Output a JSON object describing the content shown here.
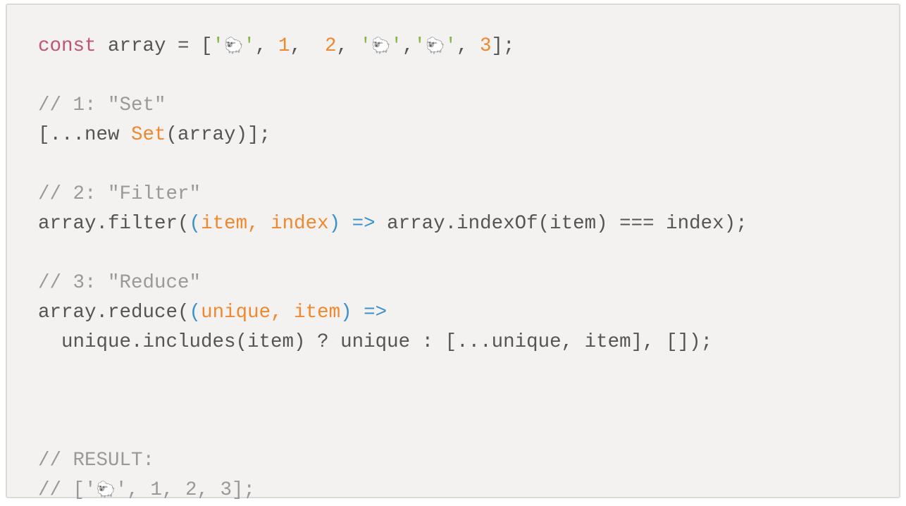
{
  "colors": {
    "keyword": "#c05377",
    "number": "#f0882f",
    "operator": "#3c92c8",
    "string": "#84b843",
    "comment": "#999999",
    "text": "#555555",
    "background": "#f3f2f0"
  },
  "lines": [
    [
      {
        "k": "keyword",
        "t": "const"
      },
      {
        "k": "text",
        "t": " array = ["
      },
      {
        "k": "string",
        "t": "'"
      },
      {
        "k": "emoji",
        "t": "🐑"
      },
      {
        "k": "string",
        "t": "'"
      },
      {
        "k": "text",
        "t": ", "
      },
      {
        "k": "number",
        "t": "1"
      },
      {
        "k": "text",
        "t": ",  "
      },
      {
        "k": "number",
        "t": "2"
      },
      {
        "k": "text",
        "t": ", "
      },
      {
        "k": "string",
        "t": "'"
      },
      {
        "k": "emoji",
        "t": "🐑"
      },
      {
        "k": "string",
        "t": "'"
      },
      {
        "k": "text",
        "t": ","
      },
      {
        "k": "string",
        "t": "'"
      },
      {
        "k": "emoji",
        "t": "🐑"
      },
      {
        "k": "string",
        "t": "'"
      },
      {
        "k": "text",
        "t": ", "
      },
      {
        "k": "number",
        "t": "3"
      },
      {
        "k": "text",
        "t": "];"
      }
    ],
    [],
    [
      {
        "k": "comment",
        "t": "// 1: \"Set\""
      }
    ],
    [
      {
        "k": "text",
        "t": "[...new "
      },
      {
        "k": "class",
        "t": "Set"
      },
      {
        "k": "text",
        "t": "(array)];"
      }
    ],
    [],
    [
      {
        "k": "comment",
        "t": "// 2: \"Filter\""
      }
    ],
    [
      {
        "k": "text",
        "t": "array.filter("
      },
      {
        "k": "punct-blue",
        "t": "("
      },
      {
        "k": "param",
        "t": "item, index"
      },
      {
        "k": "punct-blue",
        "t": ") =>"
      },
      {
        "k": "text",
        "t": " array.indexOf(item) === index);"
      }
    ],
    [],
    [
      {
        "k": "comment",
        "t": "// 3: \"Reduce\""
      }
    ],
    [
      {
        "k": "text",
        "t": "array.reduce("
      },
      {
        "k": "punct-blue",
        "t": "("
      },
      {
        "k": "param",
        "t": "unique, item"
      },
      {
        "k": "punct-blue",
        "t": ") =>"
      }
    ],
    [
      {
        "k": "text",
        "t": "  unique.includes(item) ? unique : [...unique, item], []);"
      }
    ],
    [],
    [],
    [],
    [
      {
        "k": "comment",
        "t": "// RESULT:"
      }
    ],
    [
      {
        "k": "comment",
        "t": "// ['"
      },
      {
        "k": "emoji",
        "t": "🐑"
      },
      {
        "k": "comment",
        "t": "', 1, 2, 3];"
      }
    ]
  ]
}
